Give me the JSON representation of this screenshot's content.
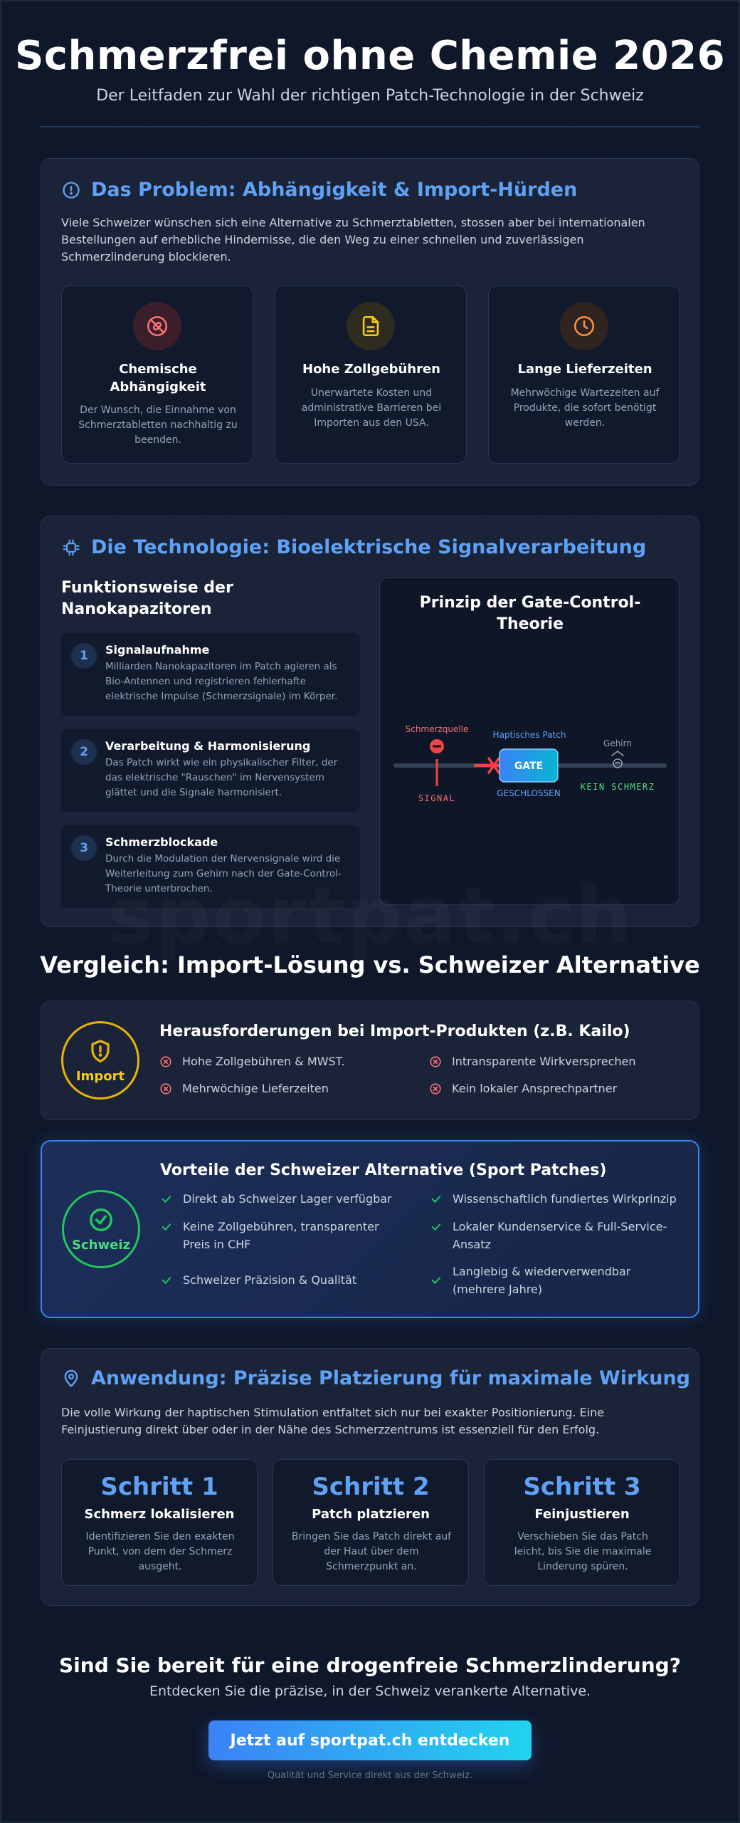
{
  "header": {
    "title": "Schmerzfrei ohne Chemie 2026",
    "subtitle": "Der Leitfaden zur Wahl der richtigen Patch-Technologie in der Schweiz"
  },
  "problem": {
    "heading": "Das Problem: Abhängigkeit & Import-Hürden",
    "intro": "Viele Schweizer wünschen sich eine Alternative zu Schmerztabletten, stossen aber bei internationalen Bestellungen auf erhebliche Hindernisse, die den Weg zu einer schnellen und zuverlässigen Schmerzlinderung blockieren.",
    "cards": [
      {
        "title": "Chemische Abhängigkeit",
        "text": "Der Wunsch, die Einnahme von Schmerztabletten nachhaltig zu beenden.",
        "icon": "no-pills-icon",
        "color": "#f87171"
      },
      {
        "title": "Hohe Zollgebühren",
        "text": "Unerwartete Kosten und administrative Barrieren bei Importen aus den USA.",
        "icon": "document-icon",
        "color": "#facc15"
      },
      {
        "title": "Lange Lieferzeiten",
        "text": "Mehrwöchige Wartezeiten auf Produkte, die sofort benötigt werden.",
        "icon": "clock-icon",
        "color": "#fb923c"
      }
    ]
  },
  "technology": {
    "heading": "Die Technologie: Bioelektrische Signalverarbeitung",
    "left_title": "Funktionsweise der Nanokapazitoren",
    "steps": [
      {
        "num": "1",
        "title": "Signalaufnahme",
        "text": "Milliarden Nanokapazitoren im Patch agieren als Bio-Antennen und registrieren fehlerhafte elektrische Impulse (Schmerzsignale) im Körper."
      },
      {
        "num": "2",
        "title": "Verarbeitung & Harmonisierung",
        "text": "Das Patch wirkt wie ein physikalischer Filter, der das elektrische \"Rauschen\" im Nervensystem glättet und die Signale harmonisiert."
      },
      {
        "num": "3",
        "title": "Schmerzblockade",
        "text": "Durch die Modulation der Nervensignale wird die Weiterleitung zum Gehirn nach der Gate-Control-Theorie unterbrochen."
      }
    ],
    "diagram": {
      "title": "Prinzip der Gate-Control-Theorie",
      "source_label": "Schmerzquelle",
      "signal_label": "SIGNAL",
      "patch_label": "Haptisches Patch",
      "gate_label": "GATE",
      "gate_state": "GESCHLOSSEN",
      "brain_label": "Gehirn",
      "result_label": "KEIN SCHMERZ"
    }
  },
  "watermark": "sportpat.ch",
  "comparison": {
    "title": "Vergleich: Import-Lösung vs. Schweizer Alternative",
    "import": {
      "badge": "Import",
      "heading": "Herausforderungen bei Import-Produkten (z.B. Kailo)",
      "items": [
        "Hohe Zollgebühren & MWST.",
        "Intransparente Wirkversprechen",
        "Mehrwöchige Lieferzeiten",
        "Kein lokaler Ansprechpartner"
      ]
    },
    "swiss": {
      "badge": "Schweiz",
      "heading": "Vorteile der Schweizer Alternative (Sport Patches)",
      "items": [
        "Direkt ab Schweizer Lager verfügbar",
        "Wissenschaftlich fundiertes Wirkprinzip",
        "Keine Zollgebühren, transparenter Preis in CHF",
        "Lokaler Kundenservice & Full-Service-Ansatz",
        "Schweizer Präzision & Qualität",
        "Langlebig & wiederverwendbar (mehrere Jahre)"
      ]
    }
  },
  "application": {
    "heading": "Anwendung: Präzise Platzierung für maximale Wirkung",
    "intro": "Die volle Wirkung der haptischen Stimulation entfaltet sich nur bei exakter Positionierung. Eine Feinjustierung direkt über oder in der Nähe des Schmerzzentrums ist essenziell für den Erfolg.",
    "steps": [
      {
        "label": "Schritt 1",
        "title": "Schmerz lokalisieren",
        "text": "Identifizieren Sie den exakten Punkt, von dem der Schmerz ausgeht."
      },
      {
        "label": "Schritt 2",
        "title": "Patch platzieren",
        "text": "Bringen Sie das Patch direkt auf der Haut über dem Schmerzpunkt an."
      },
      {
        "label": "Schritt 3",
        "title": "Feinjustieren",
        "text": "Verschieben Sie das Patch leicht, bis Sie die maximale Linderung spüren."
      }
    ]
  },
  "cta": {
    "heading": "Sind Sie bereit für eine drogenfreie Schmerzlinderung?",
    "subheading": "Entdecken Sie die präzise, in der Schweiz verankerte Alternative.",
    "button": "Jetzt auf sportpat.ch entdecken",
    "footnote": "Qualität und Service direkt aus der Schweiz."
  },
  "colors": {
    "accent": "#5ea1f5",
    "danger": "#f87171",
    "warning": "#facc15",
    "success": "#22c55e",
    "background": "#0f172a"
  }
}
